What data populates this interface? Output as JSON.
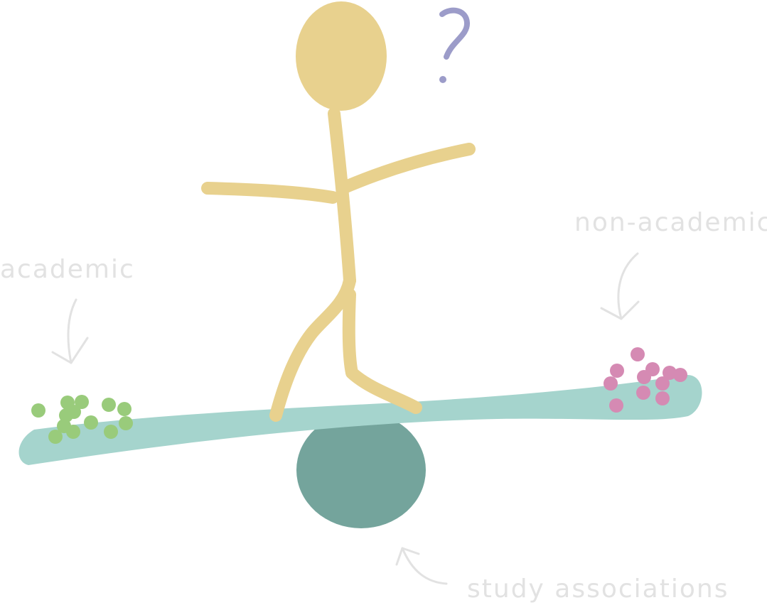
{
  "labels": {
    "academic": "academic",
    "non_academic": "non-academic",
    "study_associations": "study associations",
    "question_mark": "?"
  },
  "colors": {
    "figure": "#e8d18e",
    "board": "#a5d4cd",
    "fulcrum": "#74a49c",
    "academic_dots": "#99cb7b",
    "non_academic_dots": "#d58ab3",
    "question_mark": "#9c9cc9",
    "label_text": "#e2e2e2",
    "arrows": "#e2e2e2"
  },
  "icons": {
    "figure": "stick-figure-icon",
    "question": "question-mark-icon",
    "arrow": "curved-arrow-icon"
  }
}
